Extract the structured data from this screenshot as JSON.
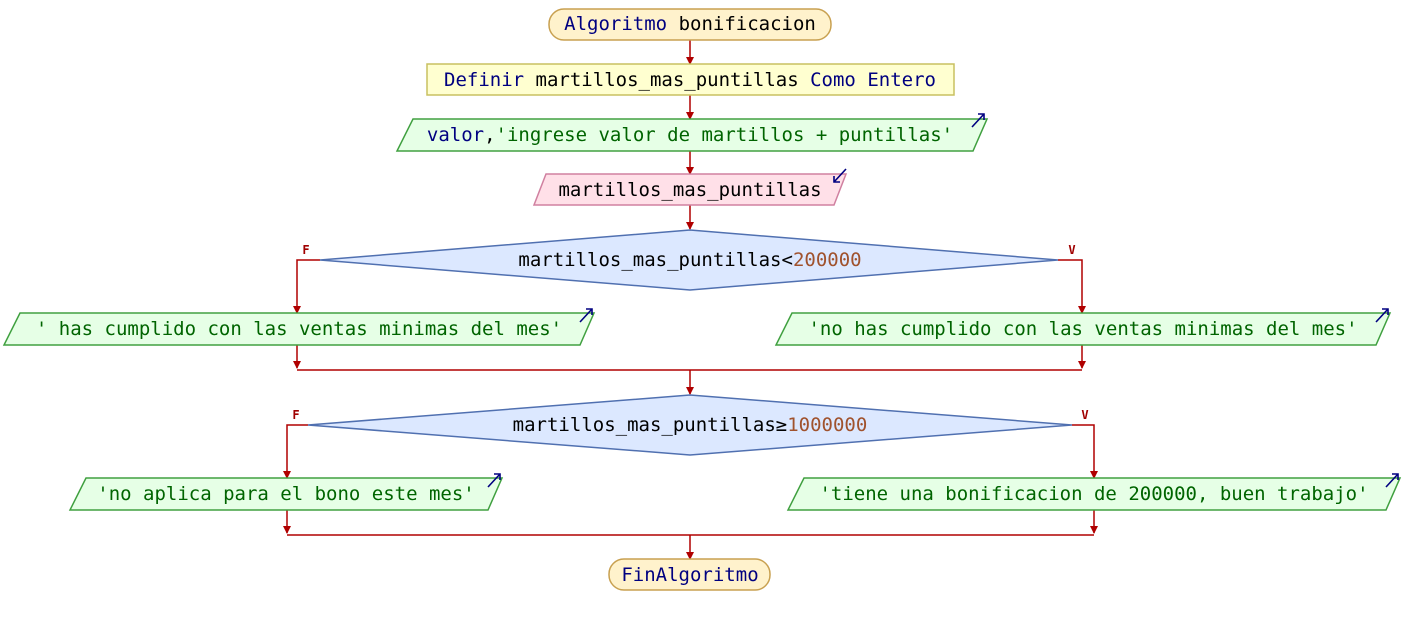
{
  "diagram": {
    "start": {
      "keyword": "Algoritmo",
      "name": "bonificacion"
    },
    "define": {
      "keyword": "Definir",
      "variable": "martillos_mas_puntillas",
      "keyword2": "Como",
      "type": "Entero"
    },
    "output1": {
      "keyword": "valor",
      "sep": ",",
      "text": "'ingrese valor de martillos + puntillas'"
    },
    "input1": {
      "variable": "martillos_mas_puntillas"
    },
    "decision1": {
      "variable": "martillos_mas_puntillas",
      "operator": "<",
      "value": "200000",
      "false_label": "F",
      "true_label": "V"
    },
    "decision1_false": {
      "text": "' has cumplido con las ventas minimas del mes'"
    },
    "decision1_true": {
      "text": "'no has cumplido con las ventas minimas del mes'"
    },
    "decision2": {
      "variable": "martillos_mas_puntillas",
      "operator": "≥",
      "value": "1000000",
      "false_label": "F",
      "true_label": "V"
    },
    "decision2_false": {
      "text": "'no aplica para el bono este mes'"
    },
    "decision2_true": {
      "text": "'tiene una bonificacion de 200000, buen trabajo'"
    },
    "end": {
      "keyword": "FinAlgoritmo"
    }
  },
  "colors": {
    "terminal_fill": "#fff2cc",
    "terminal_stroke": "#c8a050",
    "process_fill": "#ffffd0",
    "process_stroke": "#c8c060",
    "output_fill": "#e6ffe6",
    "output_stroke": "#40a040",
    "input_fill": "#ffe0e8",
    "input_stroke": "#d080a0",
    "decision_fill": "#dce8ff",
    "decision_stroke": "#5070b0",
    "arrow": "#b00000",
    "io_marker": "#000080"
  }
}
